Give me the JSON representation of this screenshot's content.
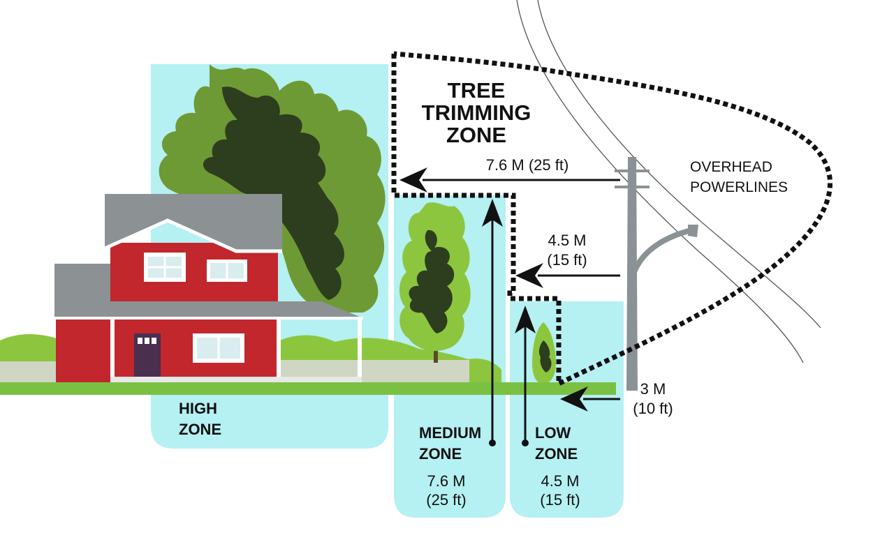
{
  "title": {
    "line1": "TREE",
    "line2": "TRIMMING",
    "line3": "ZONE"
  },
  "powerlines": {
    "line1": "OVERHEAD",
    "line2": "POWERLINES"
  },
  "clearances": {
    "top": "7.6 M (25 ft)",
    "middle": {
      "metric": "4.5 M",
      "imperial": "(15 ft)"
    },
    "ground": {
      "metric": "3 M",
      "imperial": "(10 ft)"
    }
  },
  "zones": {
    "high": {
      "line1": "HIGH",
      "line2": "ZONE"
    },
    "medium": {
      "line1": "MEDIUM",
      "line2": "ZONE",
      "height_metric": "7.6 M",
      "height_imperial": "(25 ft)"
    },
    "low": {
      "line1": "LOW",
      "line2": "ZONE",
      "height_metric": "4.5 M",
      "height_imperial": "(15 ft)"
    }
  },
  "colors": {
    "zone_fill": "#b5f0f2",
    "house_red": "#c1272d",
    "roof_gray": "#8c9194",
    "door": "#4a2f4f",
    "tree_light": "#6e9a35",
    "tree_dark": "#2d3e1e",
    "tree_bright": "#8cc63f",
    "grass": "#7ac143",
    "pole_gray": "#8a9296",
    "line_black": "#111111"
  }
}
